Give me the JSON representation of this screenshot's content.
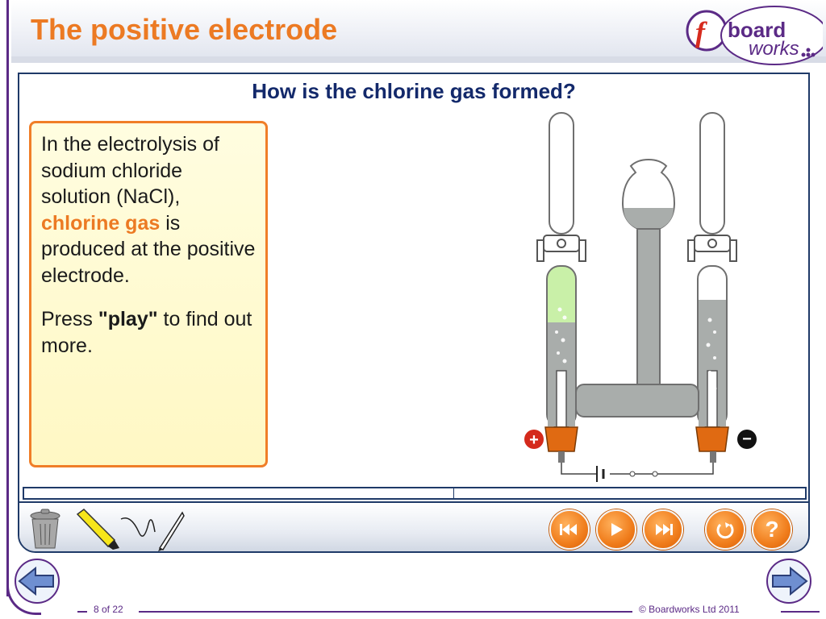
{
  "header": {
    "title": "The positive electrode",
    "logo_text_top": "board",
    "logo_text_bottom": "works"
  },
  "stage": {
    "heading": "How is the chlorine gas formed?",
    "info": {
      "para1_before": "In the electrolysis of sodium chloride solution (NaCl), ",
      "para1_highlight": "chlorine gas",
      "para1_after": " is produced at the positive electrode.",
      "para2_before": "Press ",
      "para2_bold": "\"play\"",
      "para2_after": " to find out more."
    },
    "apparatus": {
      "positive_terminal": "+",
      "negative_terminal": "−"
    }
  },
  "toolbar": {
    "tools": [
      "trash-icon",
      "highlighter-icon",
      "pen-icon"
    ],
    "controls": [
      "rewind",
      "play",
      "fast-forward",
      "replay",
      "help"
    ],
    "help_label": "?"
  },
  "footer": {
    "page": "8 of 22",
    "copyright": "© Boardworks Ltd 2011"
  },
  "colors": {
    "accent": "#ec7a23",
    "navy": "#13296b",
    "frame": "#5b2a86"
  }
}
